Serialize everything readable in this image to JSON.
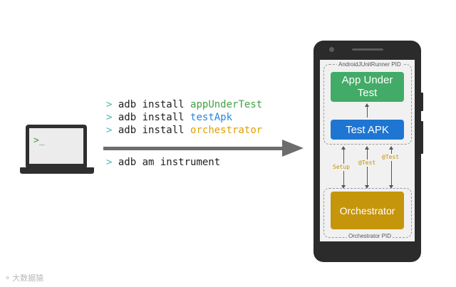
{
  "laptop": {
    "prompt": ">_",
    "icon": "laptop-terminal-icon"
  },
  "commands": [
    {
      "prompt": ">",
      "base": "adb install ",
      "highlight": "appUnderTest",
      "color": "#43a047"
    },
    {
      "prompt": ">",
      "base": "adb install ",
      "highlight": "testApk",
      "color": "#1e88e5"
    },
    {
      "prompt": ">",
      "base": "adb install ",
      "highlight": "orchestrator",
      "color": "#e0a000"
    },
    {
      "prompt": ">",
      "base": "adb am instrument",
      "highlight": "",
      "color": "#202124"
    }
  ],
  "phone": {
    "instrumentation_label": "AndroidJUnitRunner PID",
    "orchestrator_label": "Orchestrator PID",
    "app_under_test": "App Under Test",
    "test_apk": "Test APK",
    "orchestrator": "Orchestrator",
    "arrows": {
      "setup": "Setup",
      "test_left": "@Test",
      "test_right": "@Test"
    }
  },
  "colors": {
    "app_under_test": "#43ab68",
    "test_apk": "#1e76d2",
    "orchestrator": "#c5950b",
    "arrow": "#6d6d6d",
    "device": "#2b2b2b"
  },
  "watermark": "大数据猿"
}
